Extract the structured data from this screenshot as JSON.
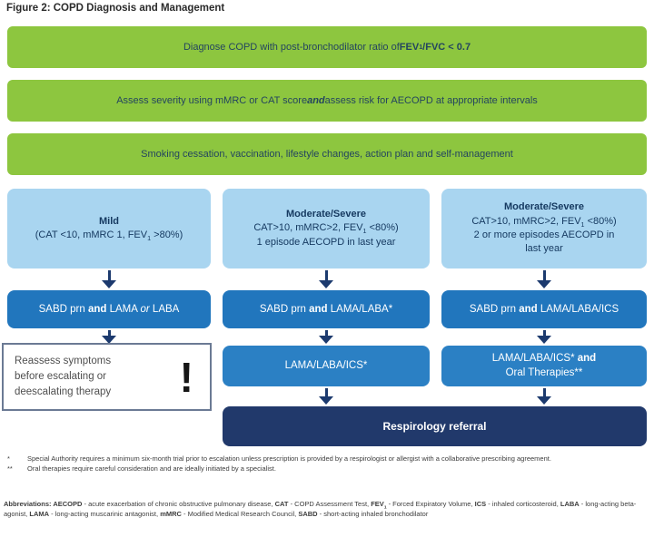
{
  "figure_title": "Figure 2: COPD Diagnosis and Management",
  "colors": {
    "green": "#8dc63f",
    "light_blue": "#a9d5f0",
    "mid_blue": "#2176bd",
    "mid_blue_light": "#2b80c4",
    "navy": "#21396b",
    "arrow_navy": "#1c3a6e",
    "warning_border": "#6b7a94",
    "bar_text": "#24455f",
    "header_text": "#163a61"
  },
  "top_bars": [
    {
      "segments": [
        {
          "t": "Diagnose COPD with post-bronchodilator ratio of "
        },
        {
          "t": "FEV",
          "b": true
        },
        {
          "t": "1",
          "b": true,
          "sub": true
        },
        {
          "t": "/FVC < 0.7",
          "b": true
        }
      ]
    },
    {
      "segments": [
        {
          "t": "Assess severity using mMRC or CAT score "
        },
        {
          "t": "and",
          "b": true,
          "i": true
        },
        {
          "t": " assess risk for AECOPD at appropriate intervals"
        }
      ]
    },
    {
      "segments": [
        {
          "t": "Smoking cessation, vaccination, lifestyle changes, action plan and self-management"
        }
      ]
    }
  ],
  "columns": [
    {
      "id": "mild",
      "header": [
        {
          "t": "Mild",
          "b": true
        },
        {
          "br": true
        },
        {
          "t": "(CAT <10, mMRC 1, FEV"
        },
        {
          "t": "1",
          "sub": true
        },
        {
          "t": " >80%)"
        }
      ],
      "treatment1": [
        {
          "t": "SABD prn "
        },
        {
          "t": "and",
          "b": true
        },
        {
          "t": " LAMA "
        },
        {
          "t": "or",
          "i": true
        },
        {
          "t": " LABA"
        }
      ]
    },
    {
      "id": "moderate-severe-one-episode",
      "header": [
        {
          "t": "Moderate/Severe",
          "b": true
        },
        {
          "br": true
        },
        {
          "t": "CAT>10, mMRC>2, FEV"
        },
        {
          "t": "1",
          "sub": true
        },
        {
          "t": " <80%)"
        },
        {
          "br": true
        },
        {
          "t": "1 episode AECOPD in last year"
        }
      ],
      "treatment1": [
        {
          "t": "SABD prn "
        },
        {
          "t": "and",
          "b": true
        },
        {
          "t": " LAMA/LABA*"
        }
      ],
      "treatment2": [
        {
          "t": "LAMA/LABA/ICS*"
        }
      ]
    },
    {
      "id": "moderate-severe-two-episodes",
      "header": [
        {
          "t": "Moderate/Severe",
          "b": true
        },
        {
          "br": true
        },
        {
          "t": "CAT>10, mMRC>2, FEV"
        },
        {
          "t": "1",
          "sub": true
        },
        {
          "t": " <80%)"
        },
        {
          "br": true
        },
        {
          "t": "2 or more episodes AECOPD in"
        },
        {
          "br": true
        },
        {
          "t": "last year"
        }
      ],
      "treatment1": [
        {
          "t": "SABD prn "
        },
        {
          "t": "and",
          "b": true
        },
        {
          "t": " LAMA/LABA/ICS"
        }
      ],
      "treatment2": [
        {
          "t": "LAMA/LABA/ICS* "
        },
        {
          "t": "and",
          "b": true
        },
        {
          "br": true
        },
        {
          "t": "Oral Therapies**"
        }
      ]
    }
  ],
  "reassess": {
    "text": "Reassess symptoms\nbefore escalating or\ndeescalating therapy",
    "icon": "!"
  },
  "referral": {
    "label": "Respirology referral"
  },
  "footnotes": [
    {
      "marker": "*",
      "text": "Special Authority requires a minimum six-month trial prior to escalation unless prescription is provided by a respirologist or allergist with a collaborative prescribing agreement."
    },
    {
      "marker": "**",
      "text": "Oral therapies require careful consideration and are ideally initiated by a specialist."
    }
  ],
  "abbreviations": {
    "segments": [
      {
        "t": "Abbreviations: ",
        "b": true
      },
      {
        "t": "AECOPD",
        "b": true
      },
      {
        "t": " - acute exacerbation of chronic obstructive pulmonary disease, "
      },
      {
        "t": "CAT",
        "b": true
      },
      {
        "t": " - COPD Assessment Test, "
      },
      {
        "t": "FEV",
        "b": true
      },
      {
        "t": "1",
        "b": true,
        "sub": true
      },
      {
        "t": " - Forced Expiratory Volume, "
      },
      {
        "t": "ICS",
        "b": true
      },
      {
        "t": " - inhaled corticosteroid, "
      },
      {
        "t": "LABA",
        "b": true
      },
      {
        "t": " - long-acting beta-agonist, "
      },
      {
        "t": "LAMA",
        "b": true
      },
      {
        "t": " - long-acting muscarinic antagonist, "
      },
      {
        "t": "mMRC",
        "b": true
      },
      {
        "t": " - Modified Medical Research Council, "
      },
      {
        "t": "SABD",
        "b": true
      },
      {
        "t": " - short-acting inhaled bronchodilator"
      }
    ]
  }
}
